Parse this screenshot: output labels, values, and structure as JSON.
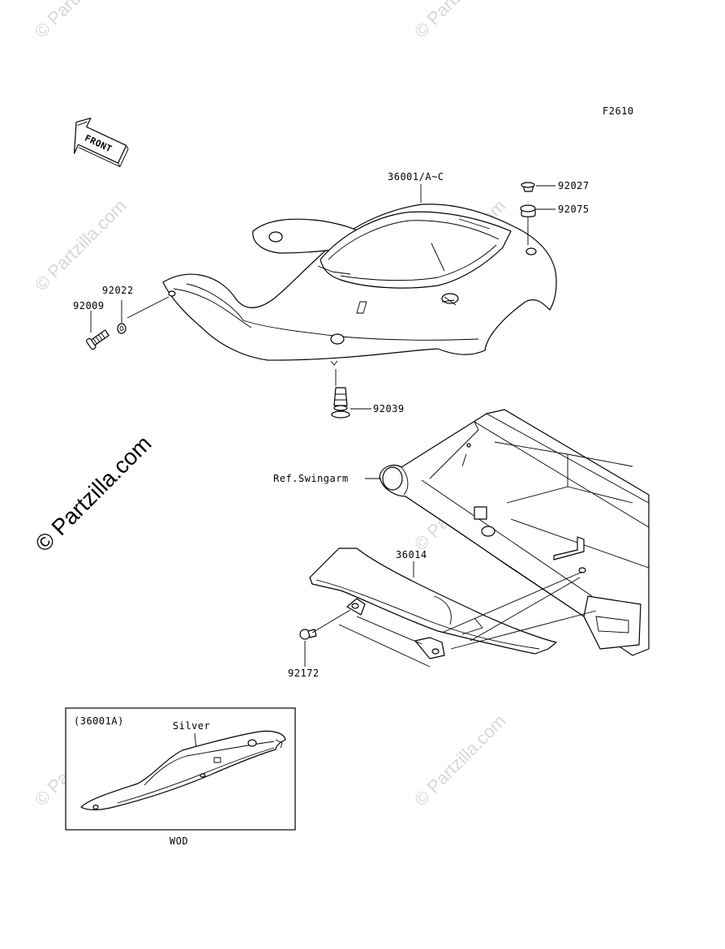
{
  "figure_code": "F2610",
  "front_arrow": {
    "label": "FRONT"
  },
  "watermark": {
    "small": "© Partzilla.com",
    "large": "© Partzilla.com"
  },
  "callouts": {
    "cover_assembly": "36001/A~C",
    "p92027": "92027",
    "p92075": "92075",
    "p92022": "92022",
    "p92009": "92009",
    "p92039": "92039",
    "ref_swingarm": "Ref.Swingarm",
    "p36014": "36014",
    "p92172": "92172"
  },
  "inset": {
    "variant": "(36001A)",
    "color_note": "Silver",
    "caption": "WOD"
  }
}
